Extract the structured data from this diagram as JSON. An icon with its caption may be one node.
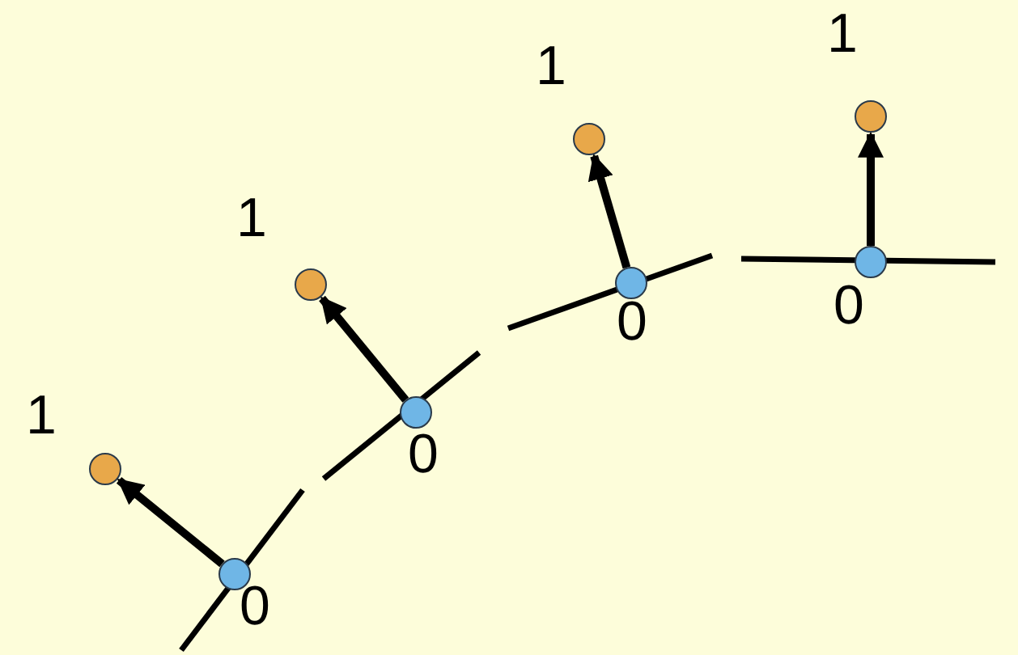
{
  "diagram": {
    "nodes": [
      {
        "text": [],
        "shape": "circle",
        "beside": [
          "1"
        ]
      },
      {
        "text": [],
        "shape": "circle",
        "beside": [
          "0"
        ]
      },
      {
        "text": [],
        "shape": "circle",
        "beside": [
          "1"
        ]
      },
      {
        "text": [],
        "shape": "circle",
        "beside": [
          "0"
        ]
      },
      {
        "text": [],
        "shape": "circle",
        "beside": [
          "1"
        ]
      },
      {
        "text": [],
        "shape": "circle",
        "beside": [
          "0"
        ]
      },
      {
        "text": [],
        "shape": "circle",
        "beside": [
          "1"
        ]
      },
      {
        "text": [],
        "shape": "circle",
        "beside": [
          "0"
        ]
      }
    ],
    "edges": [
      {
        "from": 1,
        "to": 0,
        "arrow": "to"
      },
      {
        "from": 3,
        "to": 2,
        "arrow": "to"
      },
      {
        "from": 5,
        "to": 4,
        "arrow": "to"
      },
      {
        "from": 7,
        "to": 6,
        "arrow": "to"
      }
    ]
  }
}
